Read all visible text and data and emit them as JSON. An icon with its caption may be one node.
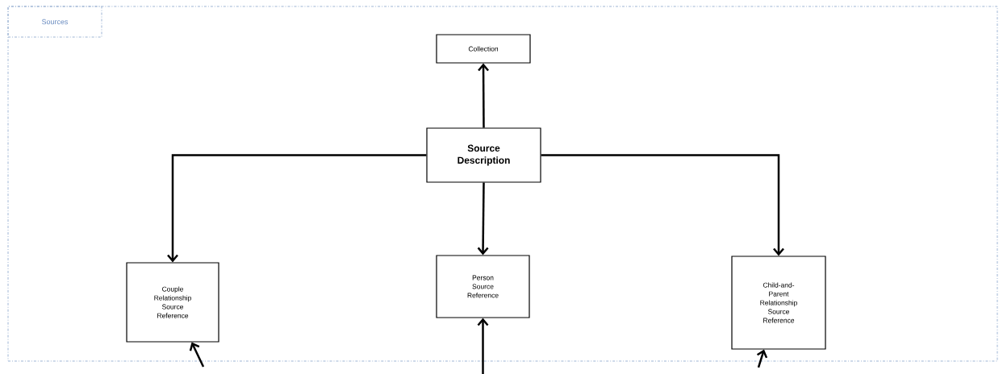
{
  "diagram": {
    "nodes": [
      {
        "text": [
          "Sources"
        ]
      },
      {
        "text": [
          "Collection"
        ],
        "in": 0
      },
      {
        "text": [
          "Source Description"
        ],
        "in": 0
      },
      {
        "text": [
          "Couple Relationship Source Reference"
        ],
        "in": 0
      },
      {
        "text": [
          "Person Source Reference"
        ],
        "in": 0
      },
      {
        "text": [
          "Child-and-Parent Relationship Source Reference"
        ],
        "in": 0
      }
    ],
    "edges": [
      {
        "from": 2,
        "to": 1,
        "arrow": "to"
      },
      {
        "from": 2,
        "to": 3,
        "arrow": "to"
      },
      {
        "from": 2,
        "to": 4,
        "arrow": "to"
      },
      {
        "from": 2,
        "to": 5,
        "arrow": "to"
      },
      {
        "from": null,
        "to": 3,
        "arrow": "to"
      },
      {
        "from": null,
        "to": 4,
        "arrow": "to"
      },
      {
        "from": null,
        "to": 5,
        "arrow": "to"
      }
    ]
  }
}
